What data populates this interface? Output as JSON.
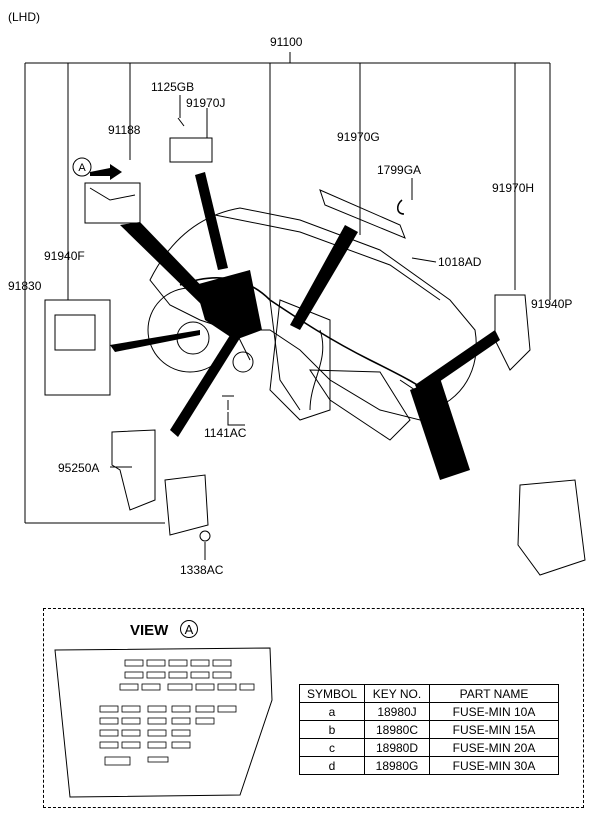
{
  "header": {
    "variant": "(LHD)",
    "assembly_no": "91100"
  },
  "parts": {
    "p1125GB": "1125GB",
    "p91970J": "91970J",
    "p91188": "91188",
    "p91970G": "91970G",
    "p1799GA": "1799GA",
    "p1018AD": "1018AD",
    "p91970H": "91970H",
    "p91940F": "91940F",
    "p91830": "91830",
    "p91940P": "91940P",
    "p1141AC": "1141AC",
    "p95250A": "95250A",
    "p1338AC": "1338AC"
  },
  "callout_letter": "A",
  "view": {
    "title": "VIEW",
    "letter": "A"
  },
  "fuse_table": {
    "headers": [
      "SYMBOL",
      "KEY NO.",
      "PART NAME"
    ],
    "rows": [
      {
        "symbol": "a",
        "key": "18980J",
        "name": "FUSE-MIN 10A"
      },
      {
        "symbol": "b",
        "key": "18980C",
        "name": "FUSE-MIN 15A"
      },
      {
        "symbol": "c",
        "key": "18980D",
        "name": "FUSE-MIN 20A"
      },
      {
        "symbol": "d",
        "key": "18980G",
        "name": "FUSE-MIN 30A"
      }
    ]
  },
  "colors": {
    "ink": "#000000",
    "paper": "#ffffff",
    "shade": "#d9d9d9"
  }
}
